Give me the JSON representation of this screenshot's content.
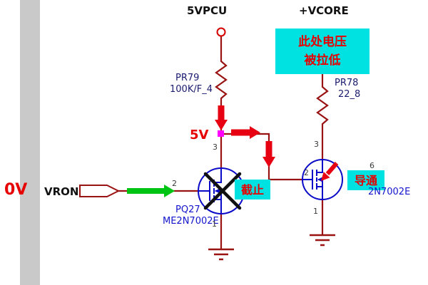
{
  "colors": {
    "wire": "#9a1313",
    "mosfet_blue": "#0a0ac8",
    "arrow_red": "#e60012",
    "arrow_green": "#00c414",
    "highlight_cyan": "#00e2e2",
    "text_red": "#e60000",
    "node_magenta": "#ff00ff",
    "sidebar_gray": "#c9c9c9",
    "part_navy": "#1b1b6e",
    "part_blue": "#1414cc"
  },
  "power": {
    "left_rail": "5VPCU",
    "right_rail": "+VCORE"
  },
  "signals": {
    "input_name": "VRON",
    "input_level": "0V",
    "node_voltage": "5V"
  },
  "resistors": {
    "r1": {
      "ref": "PR79",
      "value": "100K/F_4"
    },
    "r2": {
      "ref": "PR78",
      "value": "22_8"
    }
  },
  "transistors": {
    "q1": {
      "ref": "PQ27",
      "part": "ME2N7002E",
      "state": "截止",
      "pins": {
        "gate": "2",
        "drain": "3",
        "source": "1"
      }
    },
    "q2": {
      "part": "2N7002E",
      "state": "导通",
      "pins": {
        "gate": "2",
        "drain": "3",
        "source": "1",
        "extra": "6"
      }
    }
  },
  "annotation": {
    "line1": "此处电压",
    "line2": "被拉低"
  }
}
